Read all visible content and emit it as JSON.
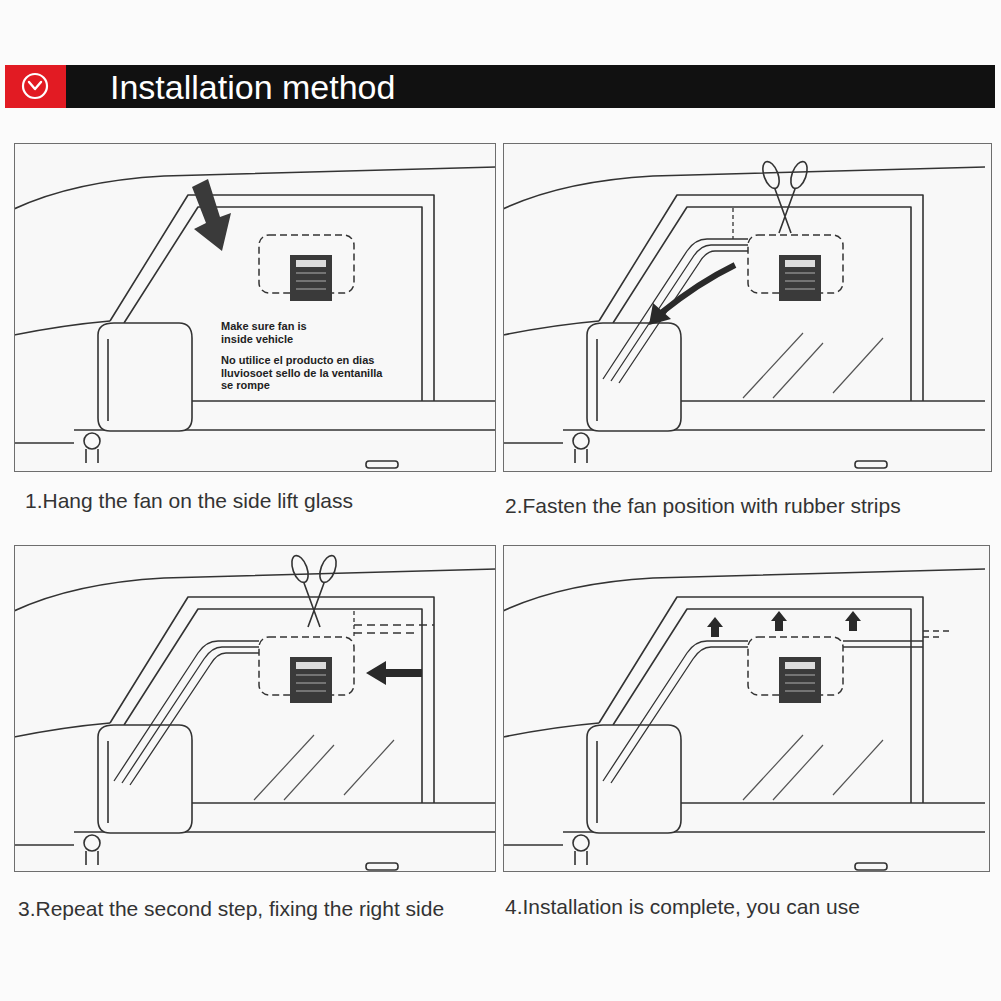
{
  "diagram": {
    "title": "Installation method",
    "nodes": [
      {
        "text": [
          "Make sure fan is inside vehicle",
          "No utilice el producto en dias lluviosoet sello de la ventanilla se rompe",
          "1.Hang the fan on the side lift glass"
        ]
      },
      {
        "text": [
          "2.Fasten the fan position with rubber strips"
        ]
      },
      {
        "text": [
          "3.Repeat the second step, fixing the right side"
        ]
      },
      {
        "text": [
          "4.Installation is complete, you can use"
        ]
      }
    ]
  }
}
